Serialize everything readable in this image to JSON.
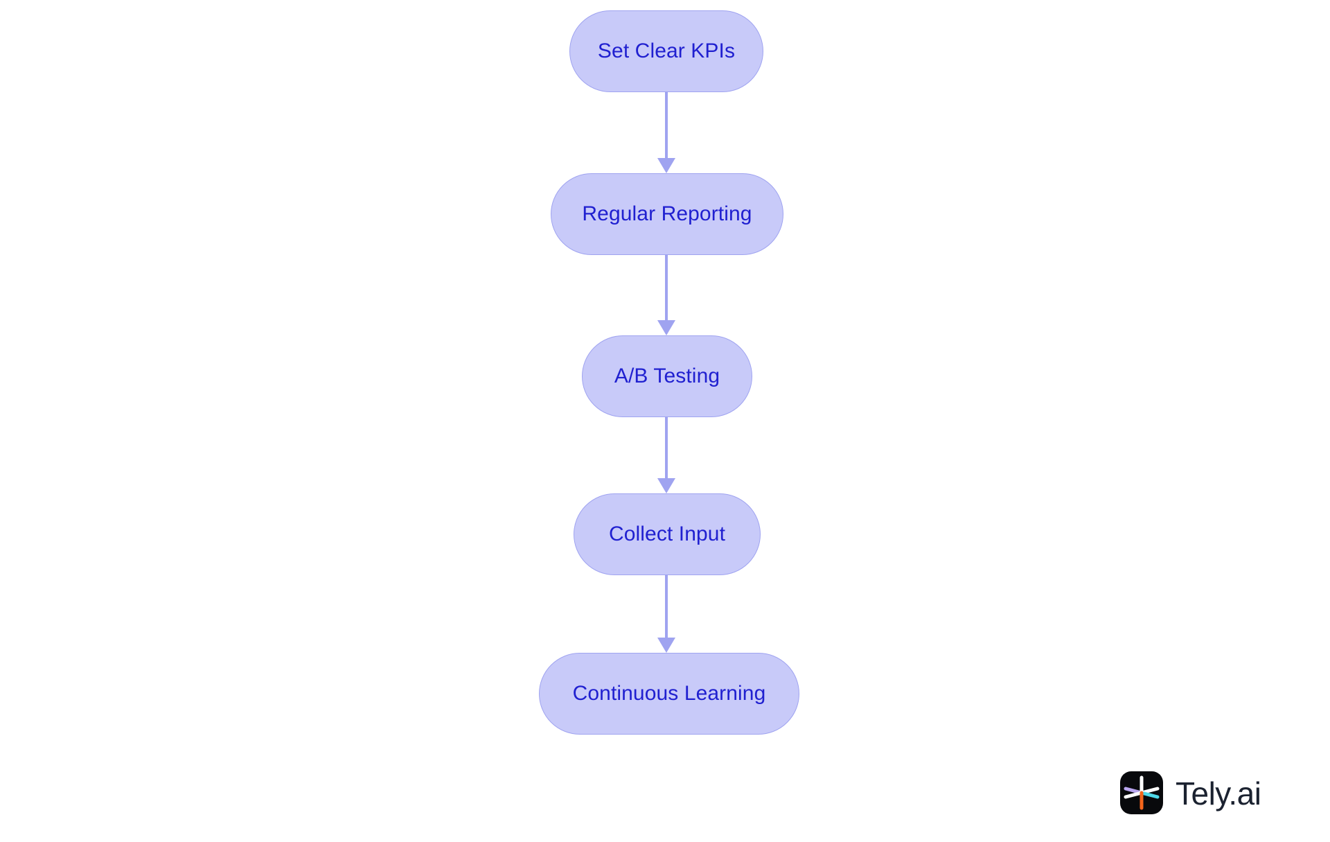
{
  "diagram": {
    "type": "flowchart",
    "orientation": "vertical-top-down",
    "background_color": "#ffffff",
    "node_fill_color": "#c8caf9",
    "node_border_color": "#9fa3f0",
    "node_text_color": "#2020d0",
    "connector_color": "#9fa3f0",
    "nodes": [
      {
        "id": "node-0",
        "label": "Set Clear KPIs"
      },
      {
        "id": "node-1",
        "label": "Regular Reporting"
      },
      {
        "id": "node-2",
        "label": "A/B Testing"
      },
      {
        "id": "node-3",
        "label": "Collect Input"
      },
      {
        "id": "node-4",
        "label": "Continuous Learning"
      }
    ],
    "edges": [
      {
        "id": "edge-0",
        "from": "Set Clear KPIs",
        "to": "Regular Reporting",
        "arrow": "down"
      },
      {
        "id": "edge-1",
        "from": "Regular Reporting",
        "to": "A/B Testing",
        "arrow": "down"
      },
      {
        "id": "edge-2",
        "from": "A/B Testing",
        "to": "Collect Input",
        "arrow": "down"
      },
      {
        "id": "edge-3",
        "from": "Collect Input",
        "to": "Continuous Learning",
        "arrow": "down"
      }
    ]
  },
  "branding": {
    "wordmark": "Tely.ai",
    "mark_background_color": "#08090c",
    "mark_icon_name": "tely-starburst-icon",
    "mark_stroke_colors": {
      "vertical_top": "#ffffff",
      "vertical_bottom": "#f4651b",
      "diagonal_upper_left": "#b9a6ef",
      "diagonal_lower_left": "#ffffff",
      "diagonal_upper_right": "#ffffff",
      "diagonal_lower_right": "#4fd8e8"
    },
    "wordmark_color": "#1b2230"
  }
}
